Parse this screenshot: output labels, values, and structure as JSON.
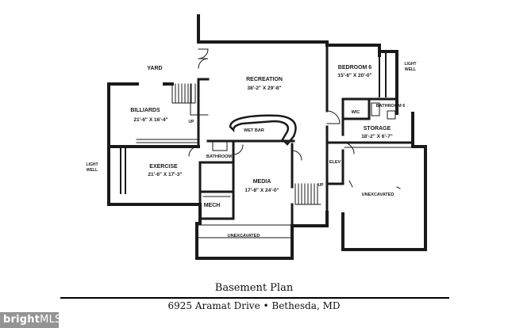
{
  "rooms": {
    "yard": {
      "label": "YARD"
    },
    "billiards": {
      "label": "BILLIARDS",
      "dims": "21'-6\" X 16'-4\""
    },
    "recreation": {
      "label": "RECREATION",
      "dims": "38'-2\" X 29'-8\""
    },
    "bedroom6": {
      "label": "BEDROOM 6",
      "dims": "15'-6\" X 20'-0\""
    },
    "light_well_right": {
      "line1": "LIGHT",
      "line2": "WELL"
    },
    "light_well_left": {
      "line1": "LIGHT",
      "line2": "WELL"
    },
    "wic": {
      "label": "WIC"
    },
    "bathroom6": {
      "label": "BATHROOM 6"
    },
    "storage": {
      "label": "STORAGE",
      "dims": "18'-2\" X 6'-7\""
    },
    "wet_bar": {
      "label": "WET BAR"
    },
    "bathroom": {
      "label": "BATHROOM"
    },
    "exercise": {
      "label": "EXERCISE",
      "dims": "21'-6\" X 17'-3\""
    },
    "media": {
      "label": "MEDIA",
      "dims": "17'-8\" X 24'-0\""
    },
    "elev": {
      "label": "ELEV"
    },
    "mech": {
      "label": "MECH"
    },
    "unexcavated_right": {
      "label": "UNEXCAVATED"
    },
    "unexcavated_bottom": {
      "label": "UNEXCAVATED"
    }
  },
  "stairs": {
    "up_top": "UP",
    "up_right": "UP"
  },
  "footer": {
    "title": "Basement Plan",
    "address": "6925 Aramat Drive • Bethesda, MD"
  },
  "watermark": {
    "bold": "bright",
    "rest": "MLS"
  },
  "colors": {
    "wall": "#1a1a1a",
    "text": "#1a1a1a",
    "background": "#ffffff"
  }
}
